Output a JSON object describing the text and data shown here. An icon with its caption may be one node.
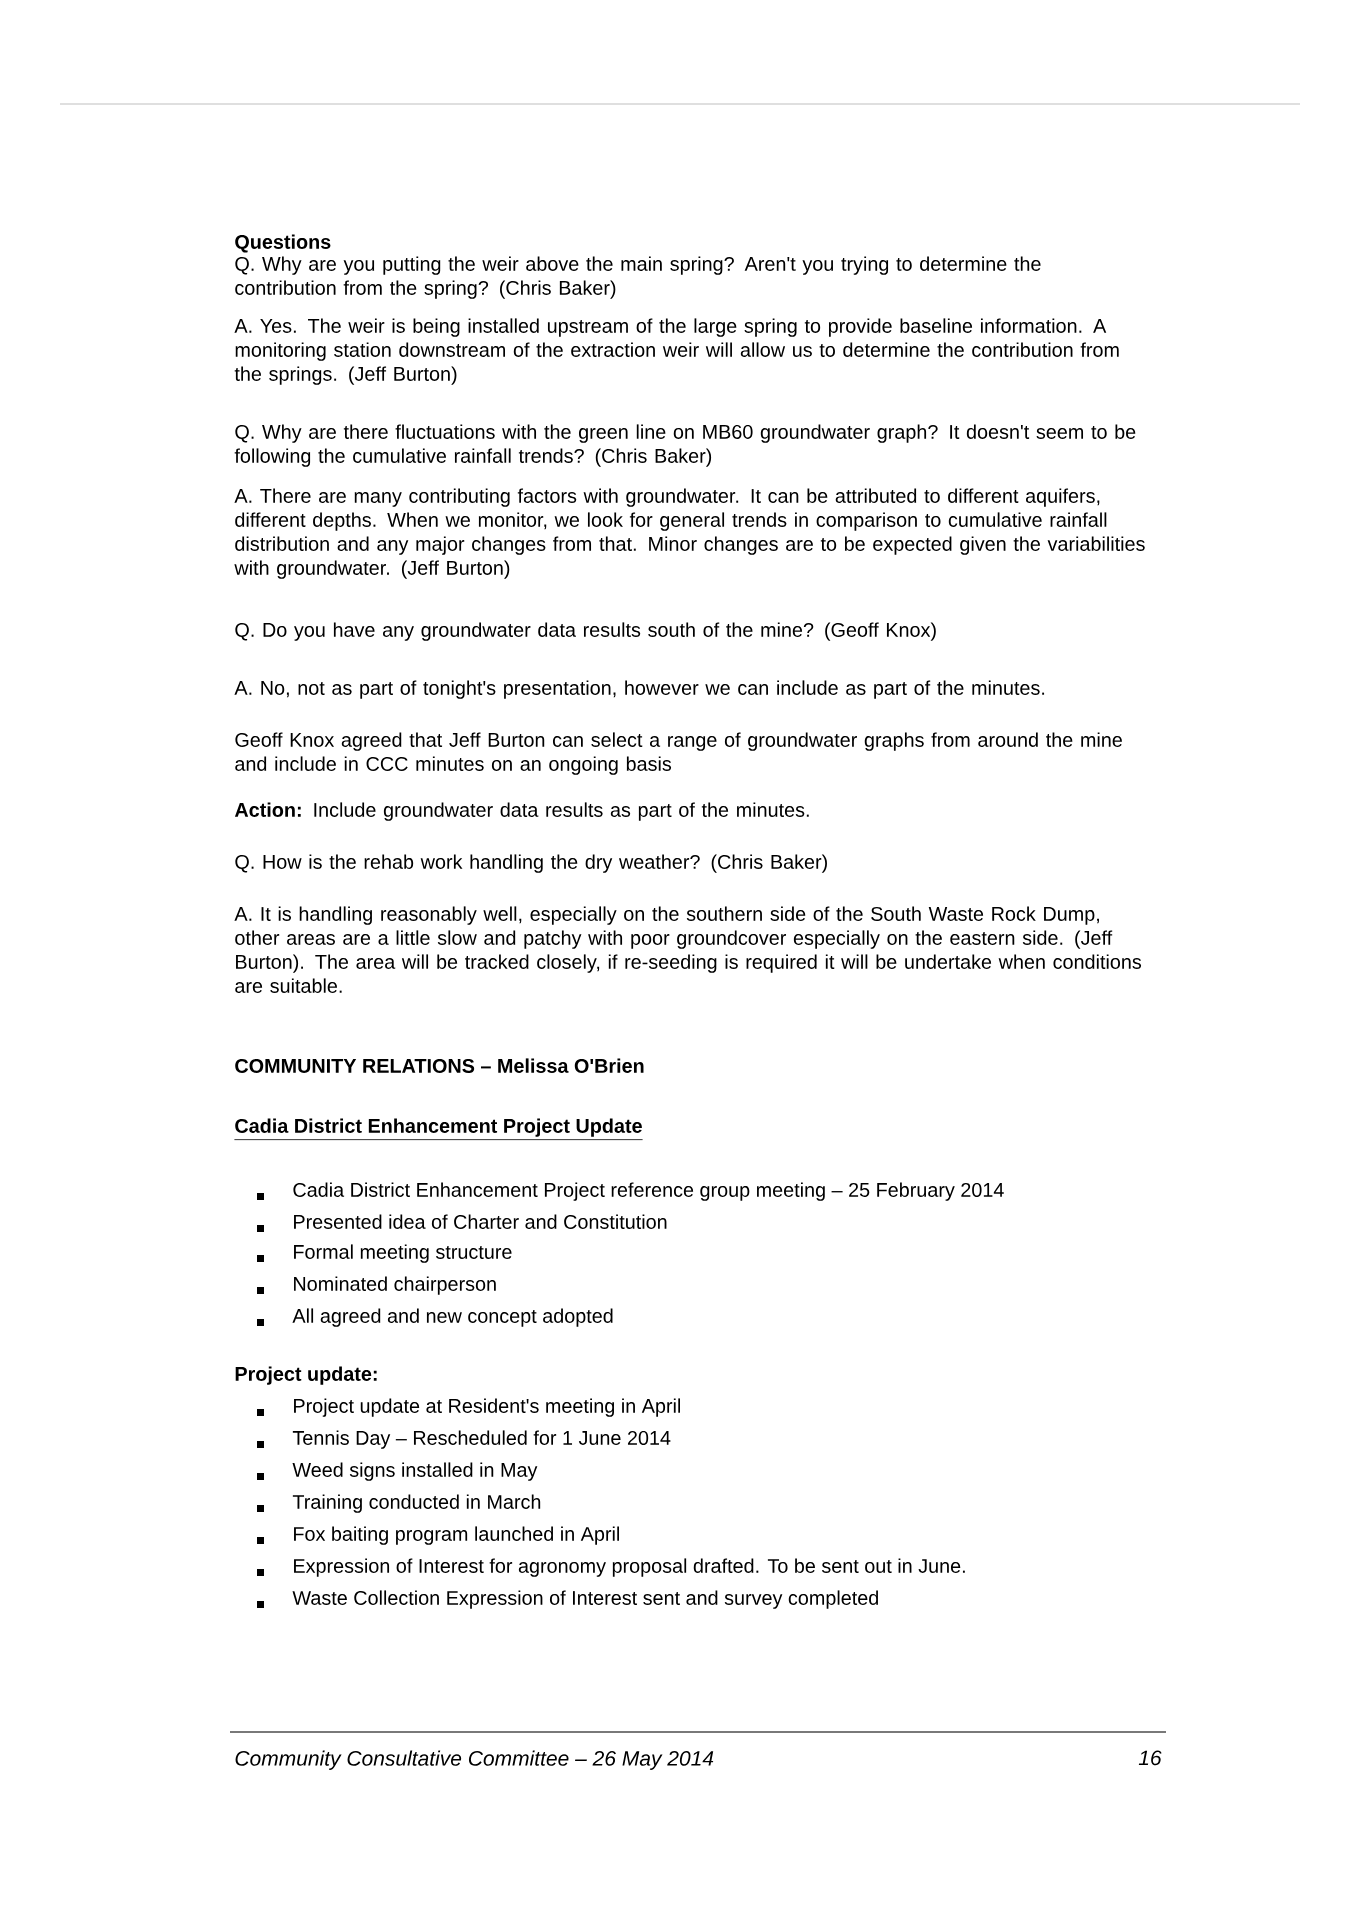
{
  "diagram": {
    "labels": [
      "Questions",
      "Q. Why are you putting the weir above the main spring? Aren't you trying to determine the contribution from the spring? (Chris Baker)",
      "A. Yes.  The weir is being installed upstream of the large spring to provide baseline information.  A monitoring station downstream of the extraction weir will allow us to determine the contribution from the springs. (Jeff Burton)",
      "Q. Why are there fluctuations with the green line on MB60 groundwater graph? It doesn't seem to be following the cumulative rainfall trends? (Chris Baker)",
      "A. There are many contributing factors with groundwater. It can be attributed to different aquifers, different depths. When we monitor, we look for general trends in comparison to cumulative rainfall distribution and any major changes from that.  Minor changes are to be expected given the variabilities with groundwater. (Jeff Burton)",
      "Q. Do you have any groundwater data results south of the mine? (Geoff Knox)",
      "A. No, not as part of tonight's presentation, however we can include as part of the minutes.",
      "Geoff Knox agreed that Jeff Burton can select a range of groundwater graphs from around the mine and include in CCC minutes on an ongoing basis",
      "**Action:**  Include groundwater data results as part of the minutes.",
      "Q. How is the rehab work handling the dry weather? (Chris Baker)",
      "A. It is handling reasonably well, especially on the southern side of the South Waste Rock Dump, other areas are a little slow and patchy with poor groundcover especially on the eastern side. (Jeff Burton).  The area will be tracked closely, if re-seeding is required it will be undertake when conditions are suitable.",
      "COMMUNITY RELATIONS – Melissa O'Brien",
      "Cadia District Enhancement Project Update",
      "Cadia District Enhancement Project reference group meeting – 25 February 2014",
      "Presented idea of Charter and Constitution",
      "Formal meeting structure",
      "Nominated chairperson",
      "All agreed and new concept adopted",
      "Project update:",
      "Project update at Resident's meeting in April",
      "Tennis Day – Rescheduled for 1 June 2014",
      "Weed signs installed in May",
      "Training conducted in March",
      "Fox baiting program launched in April",
      "Expression of Interest for agronomy proposal drafted. To be sent out in June.",
      "Waste Collection Expression of Interest sent and survey completed",
      "Community Consultative Committee – 26 May 2014",
      "16"
    ]
  }
}
